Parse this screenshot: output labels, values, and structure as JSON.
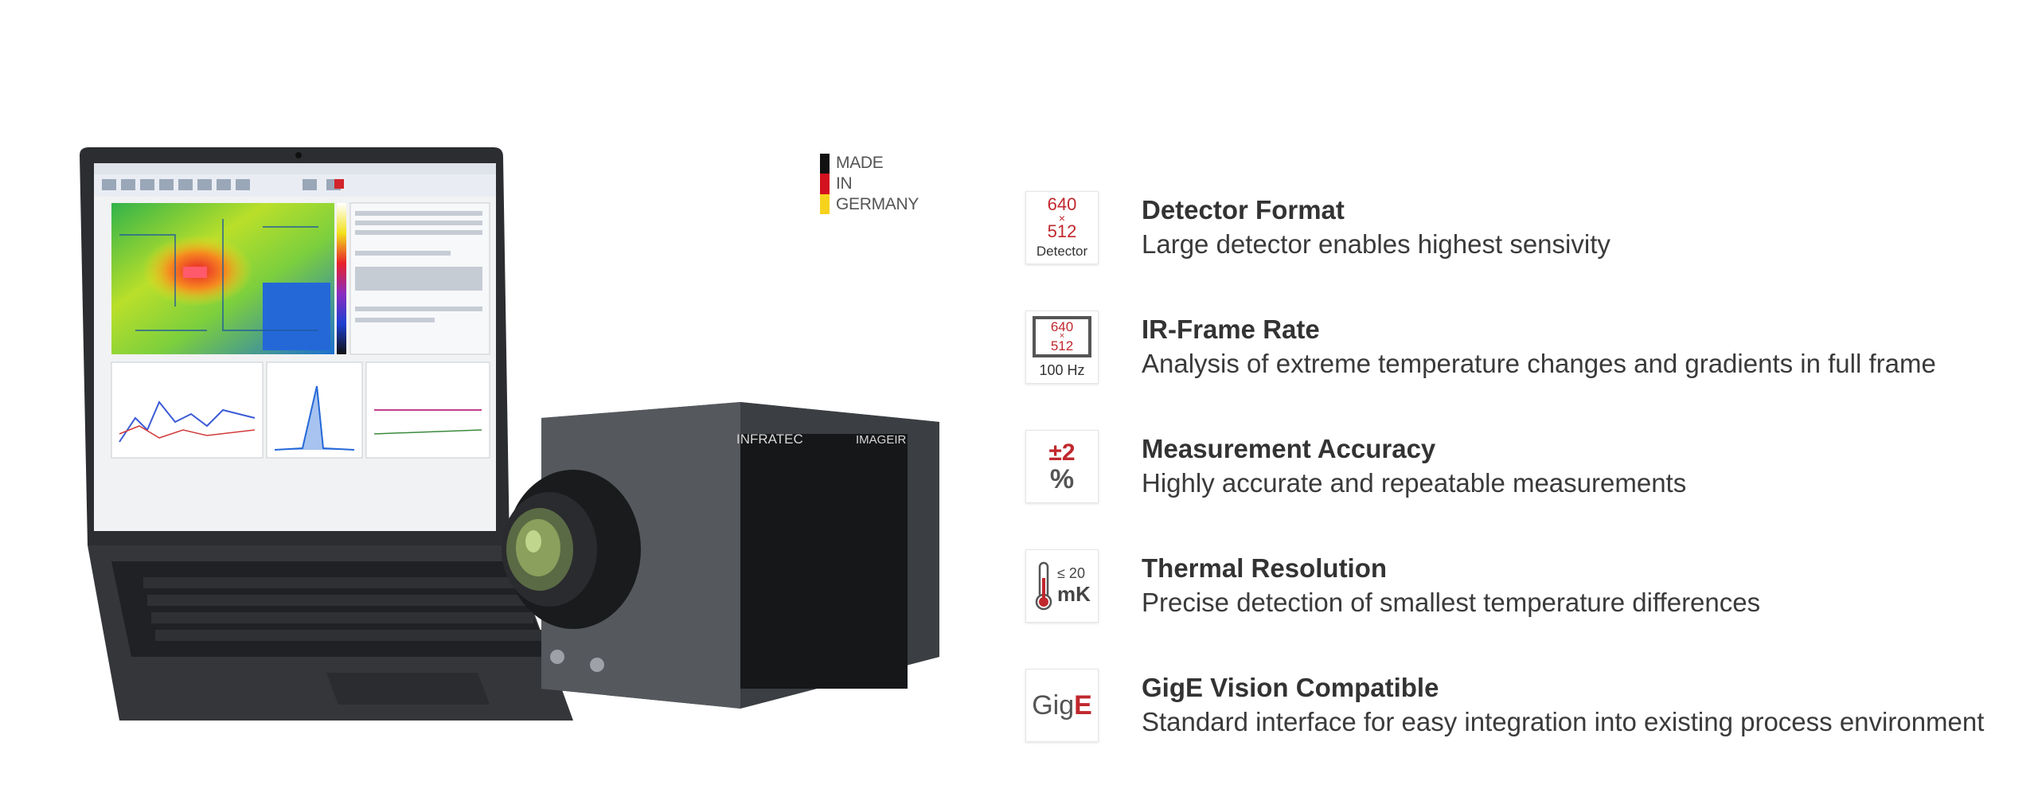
{
  "badge": {
    "lines": [
      "MADE",
      "IN",
      "GERMANY"
    ],
    "flag_colors": [
      "#111111",
      "#d4121f",
      "#f6d21c"
    ]
  },
  "product": {
    "brand": "InfraTec",
    "model": "ImageIR"
  },
  "colors": {
    "accent_red": "#c0282d",
    "text": "#333333",
    "camera_body": "#4a4d52"
  },
  "features": [
    {
      "title": "Detector Format",
      "description": "Large detector enables highest sensivity",
      "icon": {
        "name": "detector-format-icon",
        "line1": "640",
        "line2": "×",
        "line3": "512",
        "line4": "Detector"
      }
    },
    {
      "title": "IR-Frame Rate",
      "description": "Analysis of extreme temperature changes and gradients in full frame",
      "icon": {
        "name": "frame-rate-icon",
        "line1": "640",
        "line2": "×",
        "line3": "512",
        "line4": "100 Hz"
      }
    },
    {
      "title": "Measurement Accuracy",
      "description": "Highly accurate and repeatable measurements",
      "icon": {
        "name": "accuracy-icon",
        "line1": "±2",
        "line2": "%"
      }
    },
    {
      "title": "Thermal Resolution",
      "description": "Precise detection of smallest temperature differences",
      "icon": {
        "name": "thermometer-icon",
        "line1": "≤ 20",
        "line2": "mK"
      }
    },
    {
      "title": "GigE Vision Compatible",
      "description": "Standard interface for easy integration into existing process environment",
      "icon": {
        "name": "gige-icon",
        "line1": "Gig",
        "line2": "E"
      }
    }
  ]
}
